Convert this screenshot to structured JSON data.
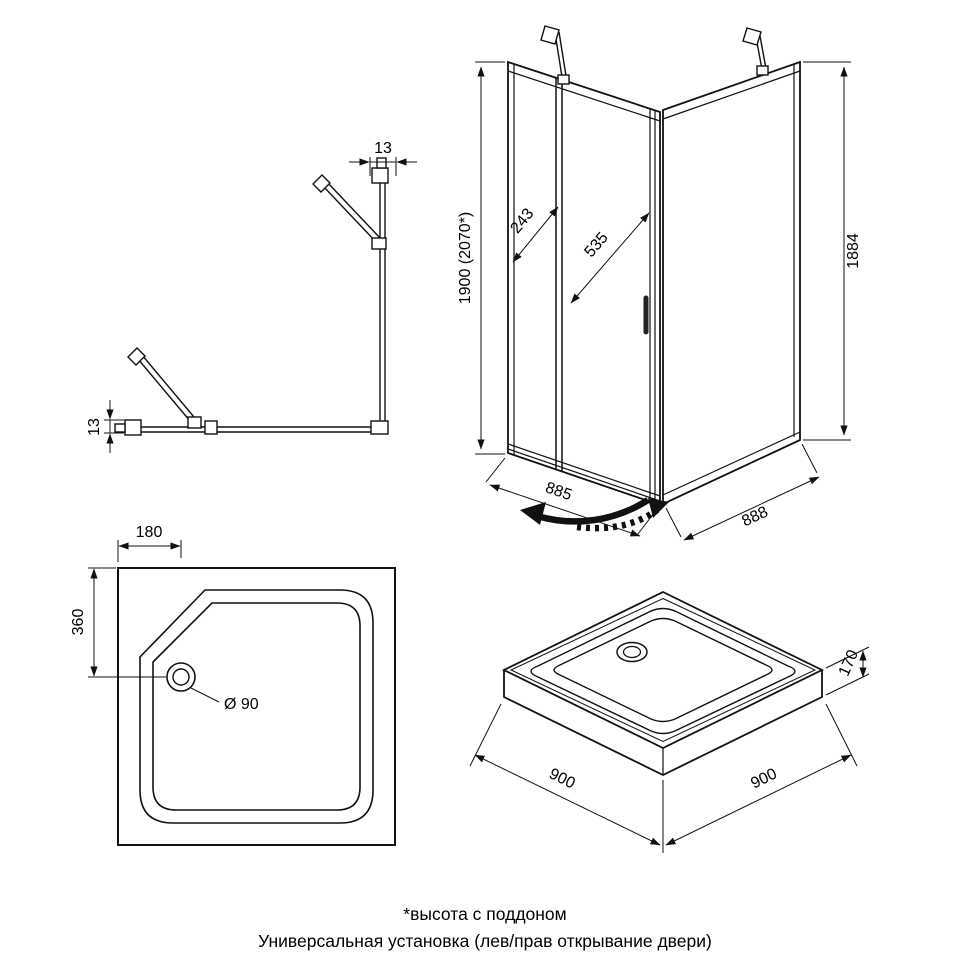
{
  "footer": {
    "line1": "*высота с поддоном",
    "line2": "Универсальная установка (лев/прав открывание двери)"
  },
  "corner_detail": {
    "dim_top": "13",
    "dim_side": "13"
  },
  "cabin": {
    "dim_total_height": "1900 (2070*)",
    "dim_fixed_panel_width": "243",
    "dim_door_width": "535",
    "dim_back_height": "1884",
    "dim_front_width": "885",
    "dim_side_width": "888"
  },
  "tray_top_view": {
    "dim_drain_offset_x": "180",
    "dim_drain_offset_y": "360",
    "drain_diameter_label": "Ø 90"
  },
  "tray_iso_view": {
    "dim_height": "170",
    "dim_width_left": "900",
    "dim_width_right": "900"
  },
  "colors": {
    "line": "#111111",
    "background": "#ffffff"
  }
}
